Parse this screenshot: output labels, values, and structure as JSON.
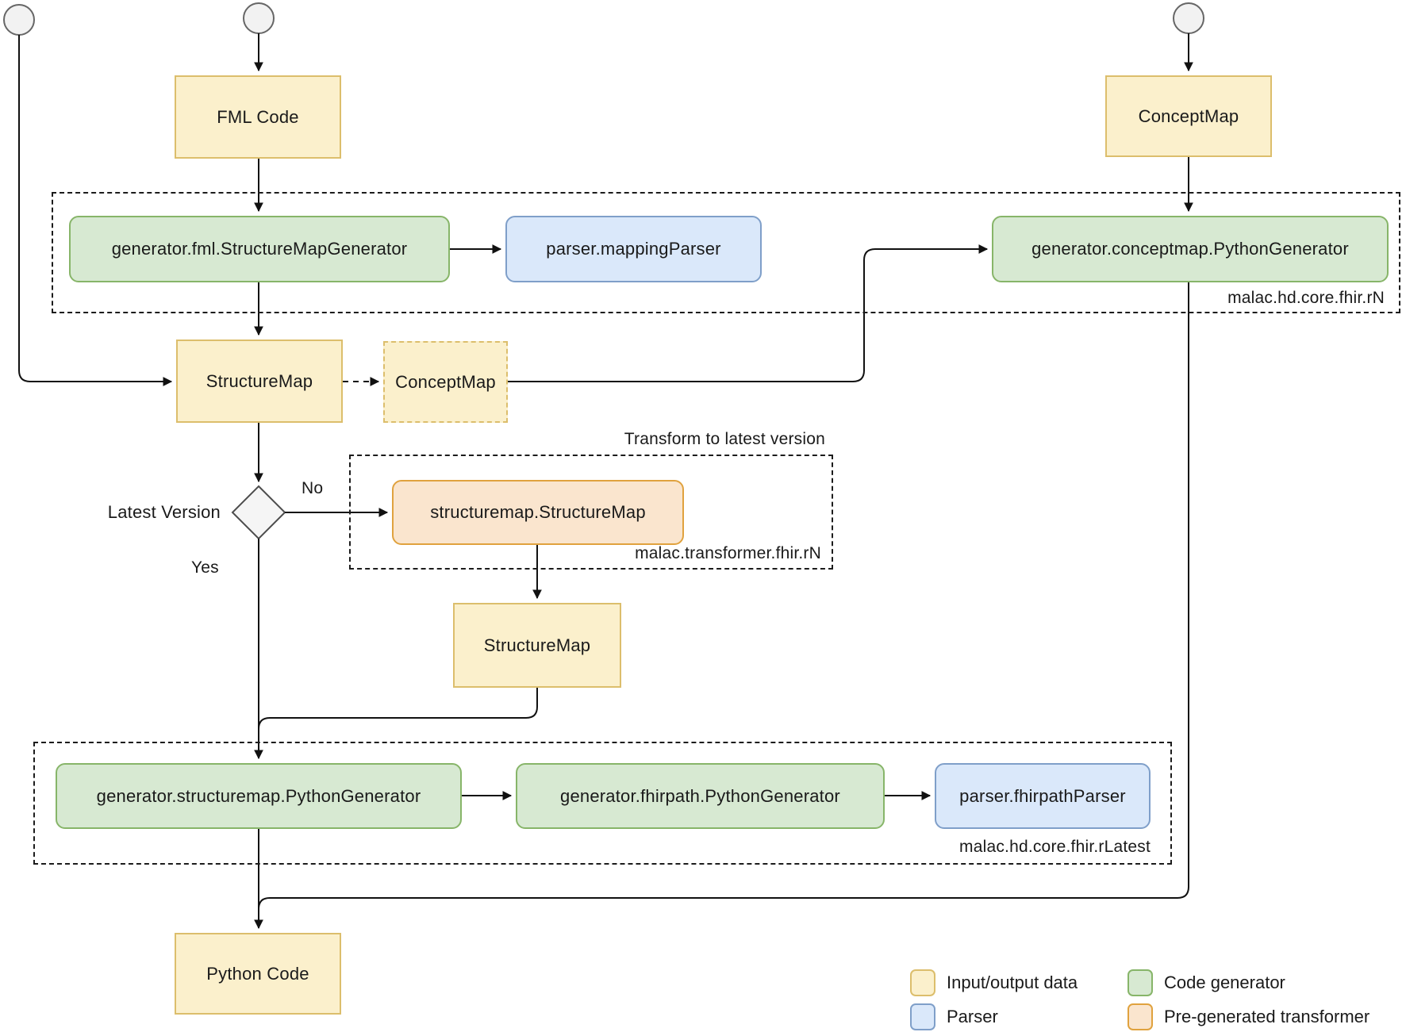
{
  "diagram": {
    "title_hint": "MaLaC-HD FML to Python code generation flow",
    "nodes": {
      "fml_code": {
        "label": "FML Code",
        "type": "input-output"
      },
      "concept_map_top": {
        "label": "ConceptMap",
        "type": "input-output"
      },
      "fml_generator": {
        "label": "generator.fml.StructureMapGenerator",
        "type": "code-generator"
      },
      "mapping_parser": {
        "label": "parser.mappingParser",
        "type": "parser"
      },
      "conceptmap_generator": {
        "label": "generator.conceptmap.PythonGenerator",
        "type": "code-generator"
      },
      "structure_map_1": {
        "label": "StructureMap",
        "type": "input-output"
      },
      "concept_map_mid": {
        "label": "ConceptMap",
        "type": "input-output-optional"
      },
      "pregen_transformer": {
        "label": "structuremap.StructureMap",
        "type": "pre-generated-transformer"
      },
      "structure_map_2": {
        "label": "StructureMap",
        "type": "input-output"
      },
      "structuremap_generator": {
        "label": "generator.structuremap.PythonGenerator",
        "type": "code-generator"
      },
      "fhirpath_generator": {
        "label": "generator.fhirpath.PythonGenerator",
        "type": "code-generator"
      },
      "fhirpath_parser": {
        "label": "parser.fhirpathParser",
        "type": "parser"
      },
      "python_code": {
        "label": "Python Code",
        "type": "input-output"
      }
    },
    "decision": {
      "label": "Latest Version",
      "yes_label": "Yes",
      "no_label": "No"
    },
    "containers": {
      "core_rn": {
        "label": "malac.hd.core.fhir.rN"
      },
      "transformer_rn": {
        "title": "Transform to latest version",
        "label": "malac.transformer.fhir.rN"
      },
      "core_rlatest": {
        "label": "malac.hd.core.fhir.rLatest"
      }
    },
    "legend": {
      "items": [
        {
          "label": "Input/output data",
          "fill": "#FBF0CC",
          "stroke": "#DCBE6C"
        },
        {
          "label": "Parser",
          "fill": "#DAE8FA",
          "stroke": "#7F9FC9"
        },
        {
          "label": "Code generator",
          "fill": "#D7E9D2",
          "stroke": "#87B569"
        },
        {
          "label": "Pre-generated transformer",
          "fill": "#FAE5CE",
          "stroke": "#E0A23E"
        }
      ]
    },
    "colors": {
      "wire": "#111111",
      "container_border": "#1c1c1c",
      "start_node_fill": "#F2F2F2",
      "start_node_stroke": "#666666",
      "decision_fill": "#F5F5F5",
      "decision_stroke": "#4d4d4d"
    }
  }
}
